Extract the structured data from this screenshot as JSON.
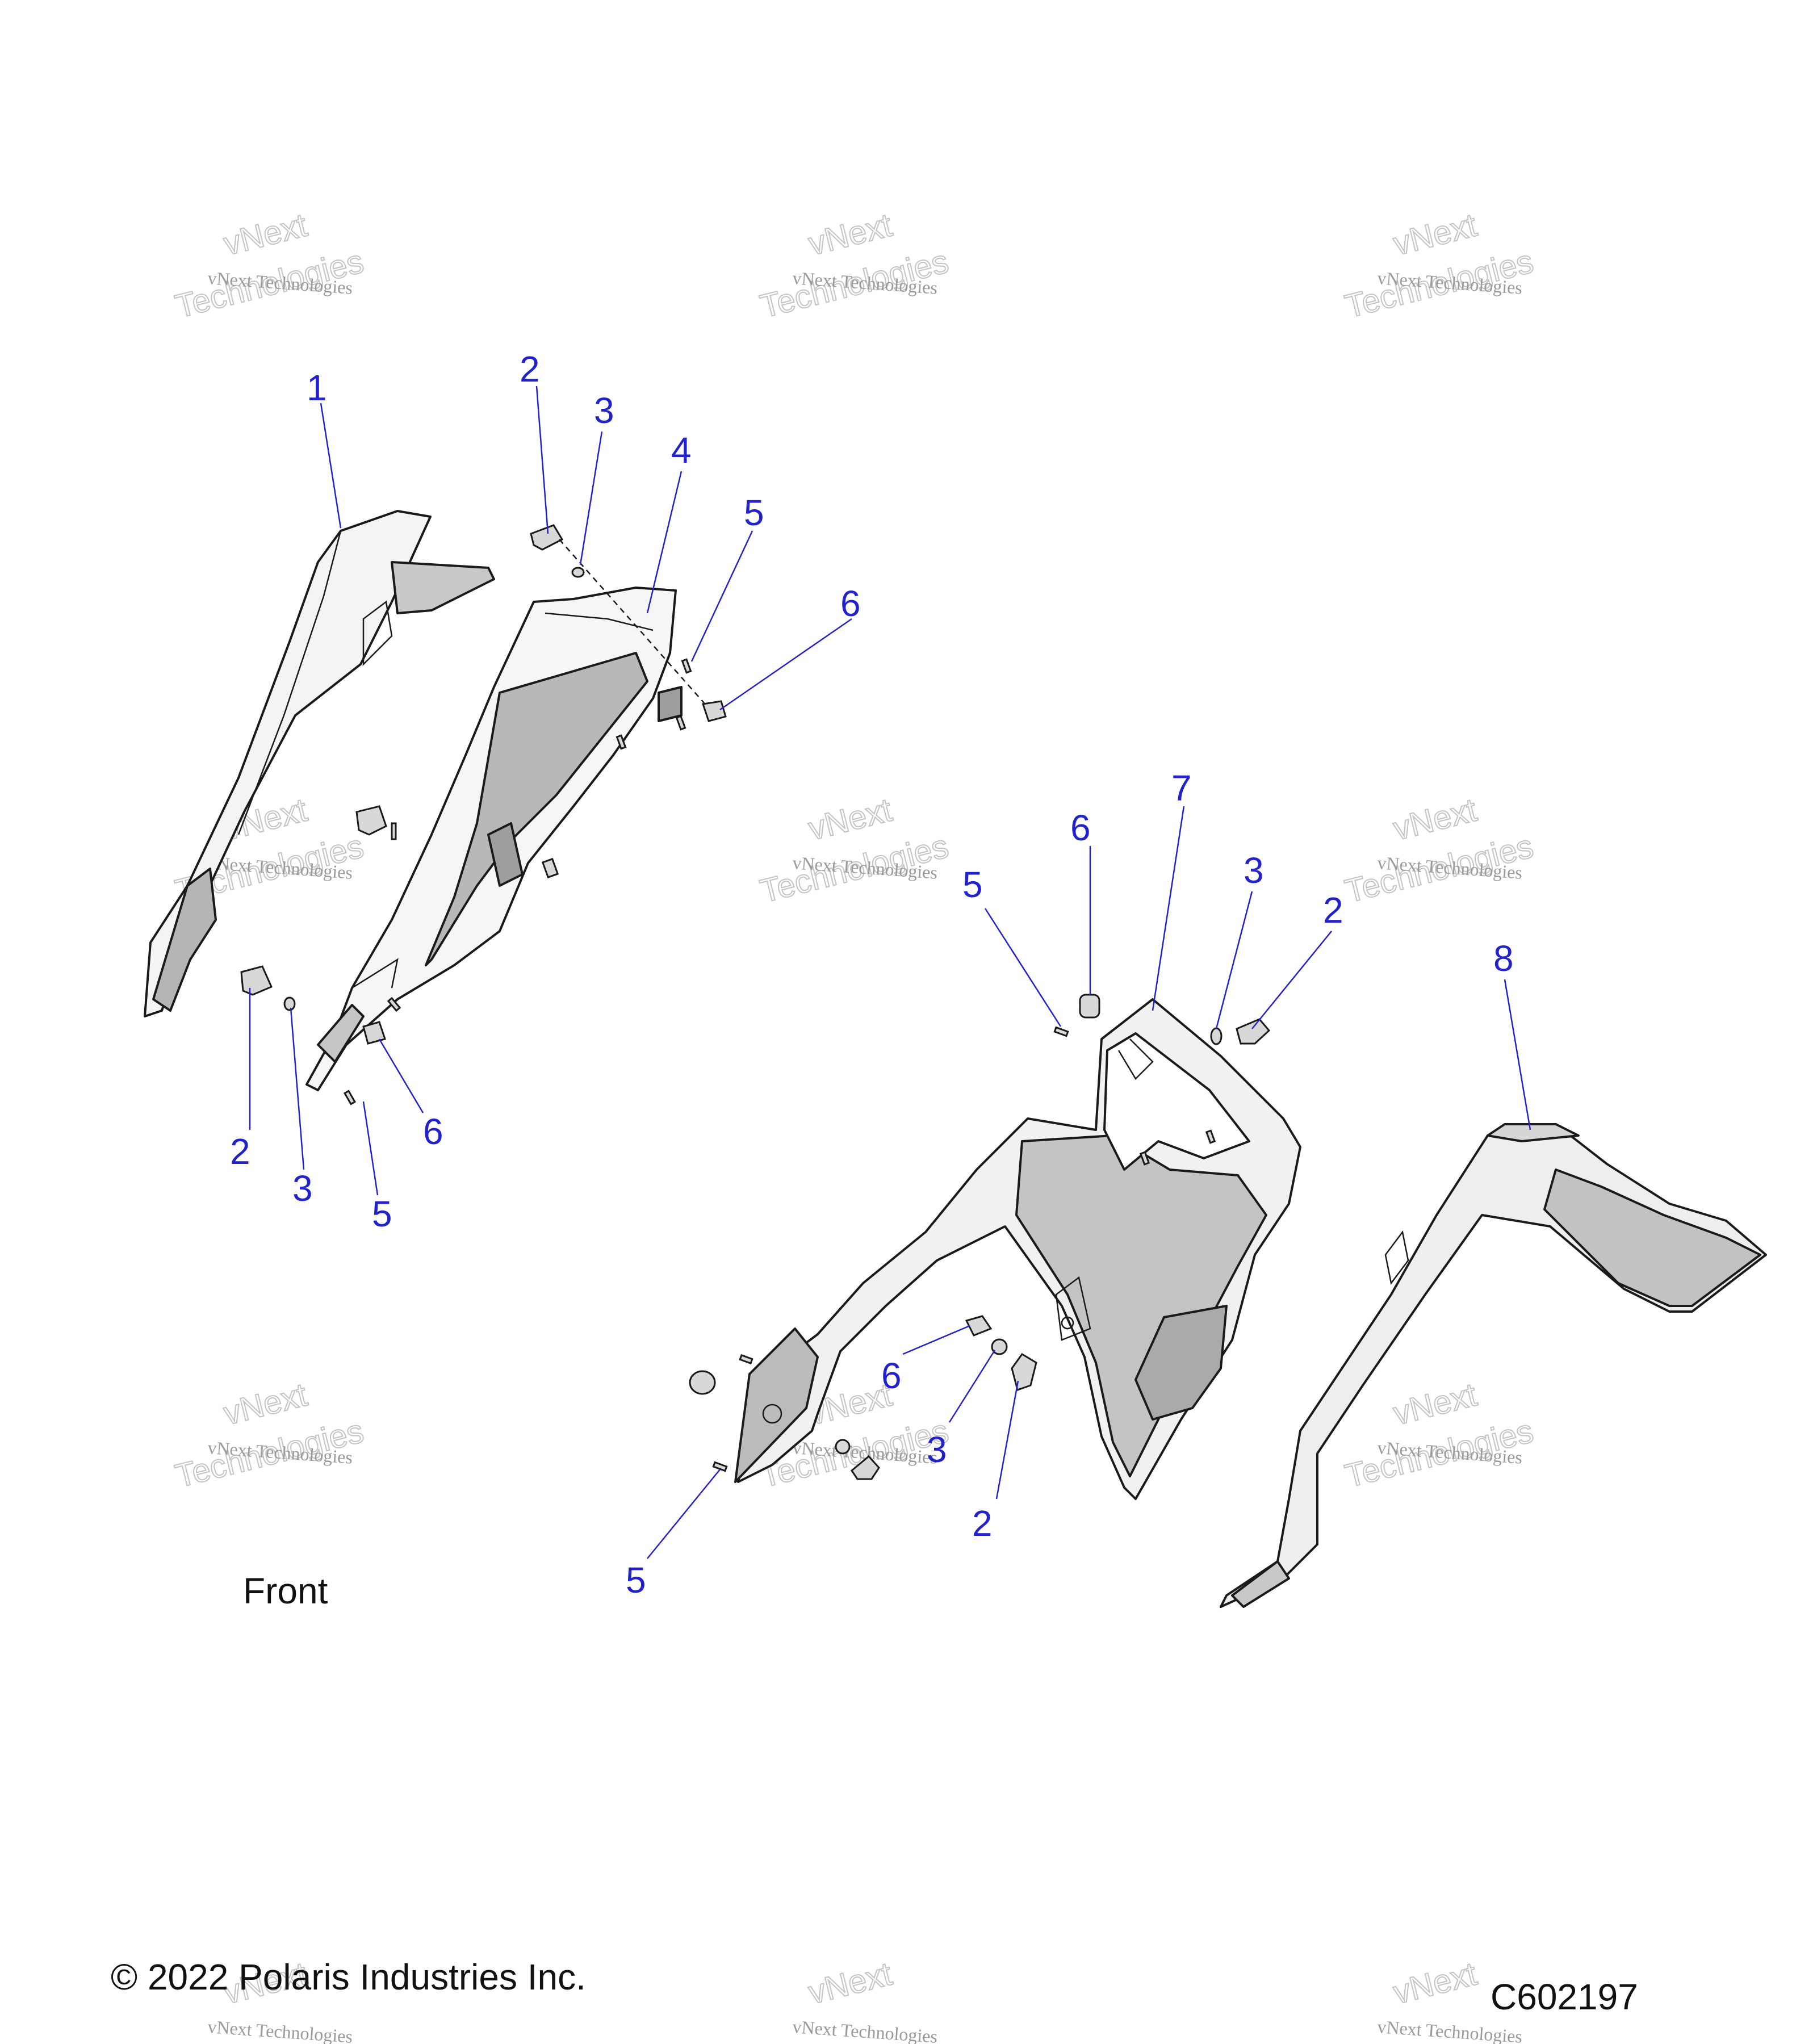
{
  "watermark": {
    "line1": "vNext",
    "line2": "Technologies",
    "caption": "vNext Technologies"
  },
  "orientation_label": "Front",
  "copyright": "© 2022 Polaris Industries Inc.",
  "drawing_number": "C602197",
  "callouts": {
    "c1": "1",
    "c2a": "2",
    "c3a": "3",
    "c4": "4",
    "c5a": "5",
    "c6a": "6",
    "c2b": "2",
    "c3b": "3",
    "c5b": "5",
    "c6b": "6",
    "c6c": "6",
    "c7": "7",
    "c5c": "5",
    "c3c": "3",
    "c2c": "2",
    "c8": "8",
    "c6d": "6",
    "c3d": "3",
    "c2d": "2",
    "c5d": "5"
  },
  "colors": {
    "callout": "#2222cc",
    "part_shade": "#bdbdbd",
    "part_light": "#ececec"
  }
}
